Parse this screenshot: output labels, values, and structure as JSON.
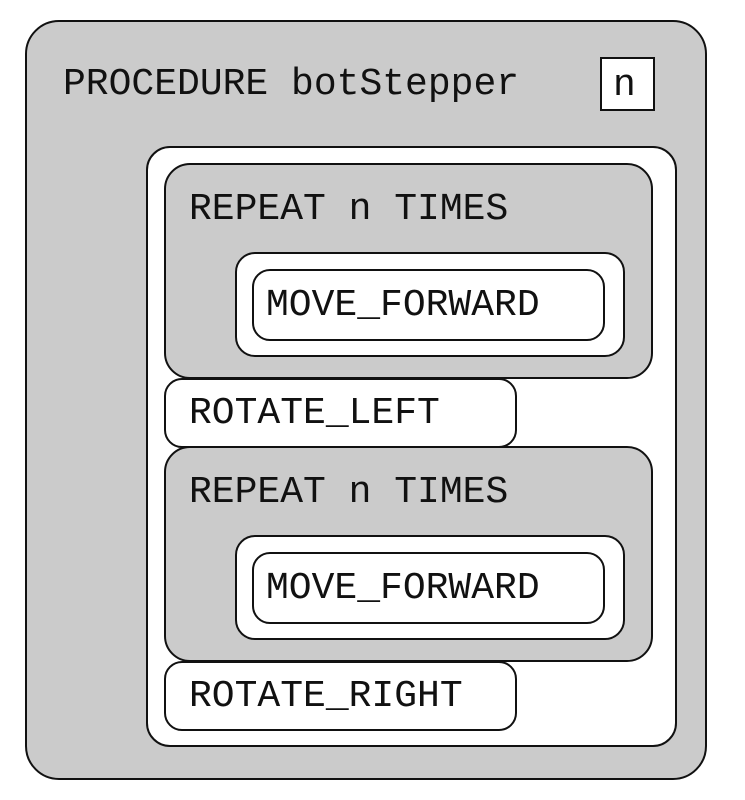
{
  "procedure": {
    "keyword": "PROCEDURE",
    "name": "botStepper",
    "title": "PROCEDURE botStepper",
    "parameter": "n"
  },
  "blocks": [
    {
      "type": "repeat",
      "label": "REPEAT n TIMES",
      "body": [
        "MOVE_FORWARD"
      ]
    },
    {
      "type": "command",
      "label": "ROTATE_LEFT"
    },
    {
      "type": "repeat",
      "label": "REPEAT n TIMES",
      "body": [
        "MOVE_FORWARD"
      ]
    },
    {
      "type": "command",
      "label": "ROTATE_RIGHT"
    }
  ],
  "colors": {
    "block_fill": "#cbcbcb",
    "body_fill": "#ffffff",
    "stroke": "#111111"
  }
}
